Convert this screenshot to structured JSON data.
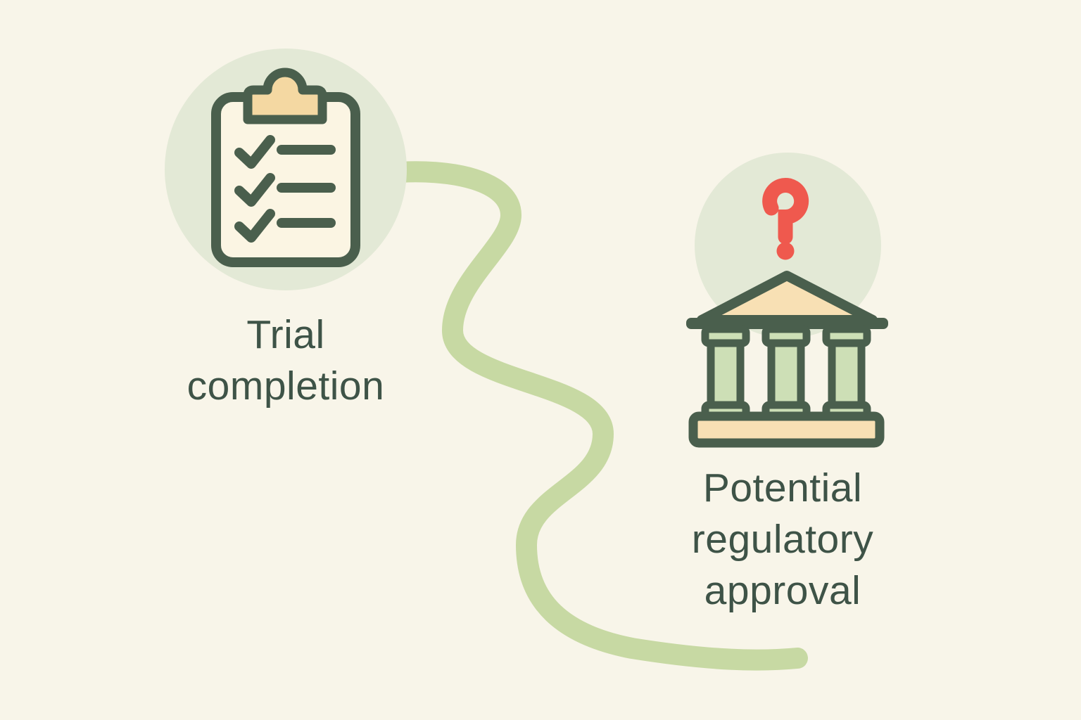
{
  "illustration": {
    "background_color": "#f8f5e9",
    "colors": {
      "outline_dark_green": "#4a5f4d",
      "label_text_green": "#3e5347",
      "halo_sage": "#e3e9d6",
      "connector_green": "#c7d9a3",
      "column_light_green": "#cddfb6",
      "paper_cream": "#fbf5e3",
      "clip_peach": "#f4d8a2",
      "roof_peach": "#f8e0b4",
      "question_red": "#ef594e"
    },
    "steps": [
      {
        "label": "Trial\ncompletion",
        "icon": "clipboard-checklist-icon",
        "checklist_rows": 3
      },
      {
        "label": "Potential\nregulatory\napproval",
        "icon": "bank-building-icon",
        "badge_icon": "question-mark-icon",
        "badge_glyph": "?"
      }
    ],
    "connector": {
      "type": "wavy-path",
      "from_label": "Trial completion",
      "to_label": "Potential regulatory approval"
    }
  }
}
